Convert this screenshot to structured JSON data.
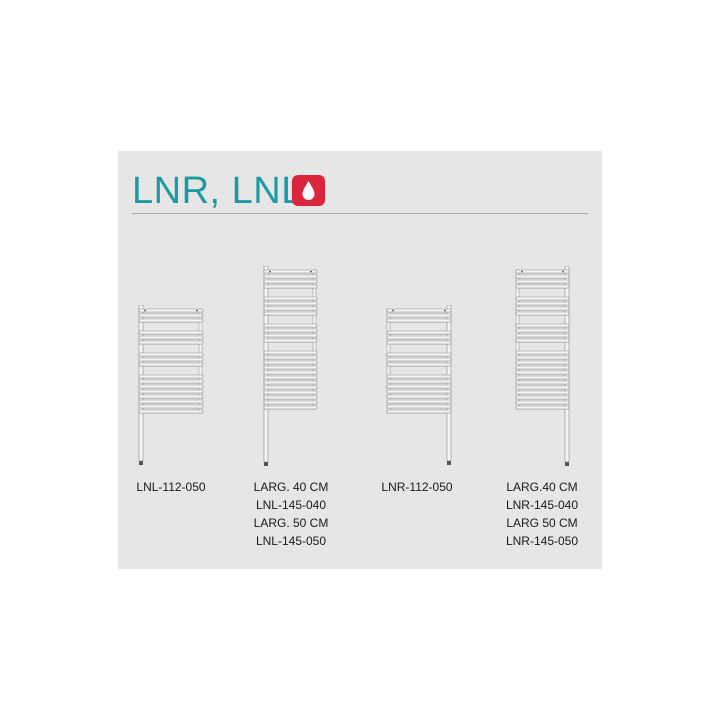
{
  "title": "LNR, LNL",
  "colors": {
    "panel": "#e6e6e6",
    "title": "#1e9aa4",
    "badge": "#d9263c",
    "rule": "#a9a9a9",
    "radiator_bar": "#f4f4f4",
    "radiator_stroke": "#8c8c8c"
  },
  "icons": {
    "badge": "water-drop-icon"
  },
  "models": [
    {
      "id": "lnl-112-050",
      "caption": [
        "LNL-112-050"
      ],
      "rail": "left"
    },
    {
      "id": "lnl-145",
      "caption": [
        "LARG. 40 CM",
        "LNL-145-040",
        "LARG. 50 CM",
        "LNL-145-050"
      ],
      "rail": "left"
    },
    {
      "id": "lnr-112-050",
      "caption": [
        "LNR-112-050"
      ],
      "rail": "right"
    },
    {
      "id": "lnr-145",
      "caption": [
        "LARG.40 CM",
        "LNR-145-040",
        "LARG 50 CM",
        "LNR-145-050"
      ],
      "rail": "right"
    }
  ]
}
